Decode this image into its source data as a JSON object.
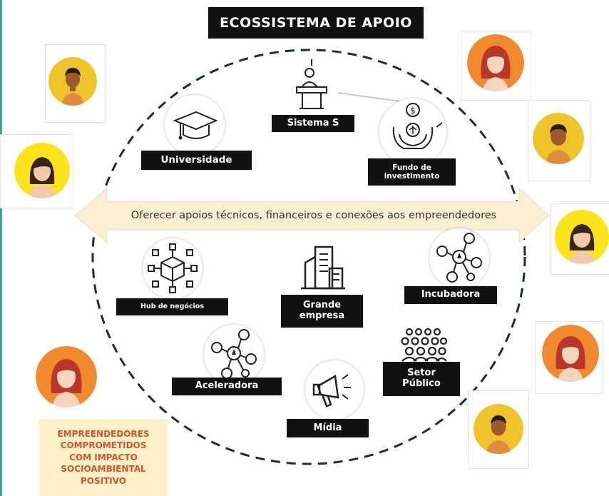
{
  "title": "ECOSSISTEMA DE APOIO",
  "banner": "Oferecer apoios técnicos, financeiros e conexões aos empreendedores",
  "nodes": {
    "sistema_s": "Sistema S",
    "universidade": "Universidade",
    "fundo_line1": "Fundo de",
    "fundo_line2": "investimento",
    "hub": "Hub de negócios",
    "grande_line1": "Grande",
    "grande_line2": "empresa",
    "incubadora": "Incubadora",
    "aceleradora": "Aceleradora",
    "setor_line1": "Setor",
    "setor_line2": "Público",
    "midia": "Mídia"
  },
  "caption": {
    "line1": "EMPREENDEDORES",
    "line2": "COMPROMETIDOS",
    "line3": "COM IMPACTO",
    "line4": "SOCIOAMBIENTAL",
    "line5": "POSITIVO"
  },
  "colors": {
    "label_bg": "#111111",
    "banner_fill": "#fbefd2",
    "circle_dash": "#1d2a44",
    "caption_bg": "#fdf0c8",
    "caption_text": "#d3542d",
    "avatar_yellow": "#efc42a",
    "avatar_bright_yellow": "#fde31a",
    "avatar_orange": "#f08a2c"
  }
}
